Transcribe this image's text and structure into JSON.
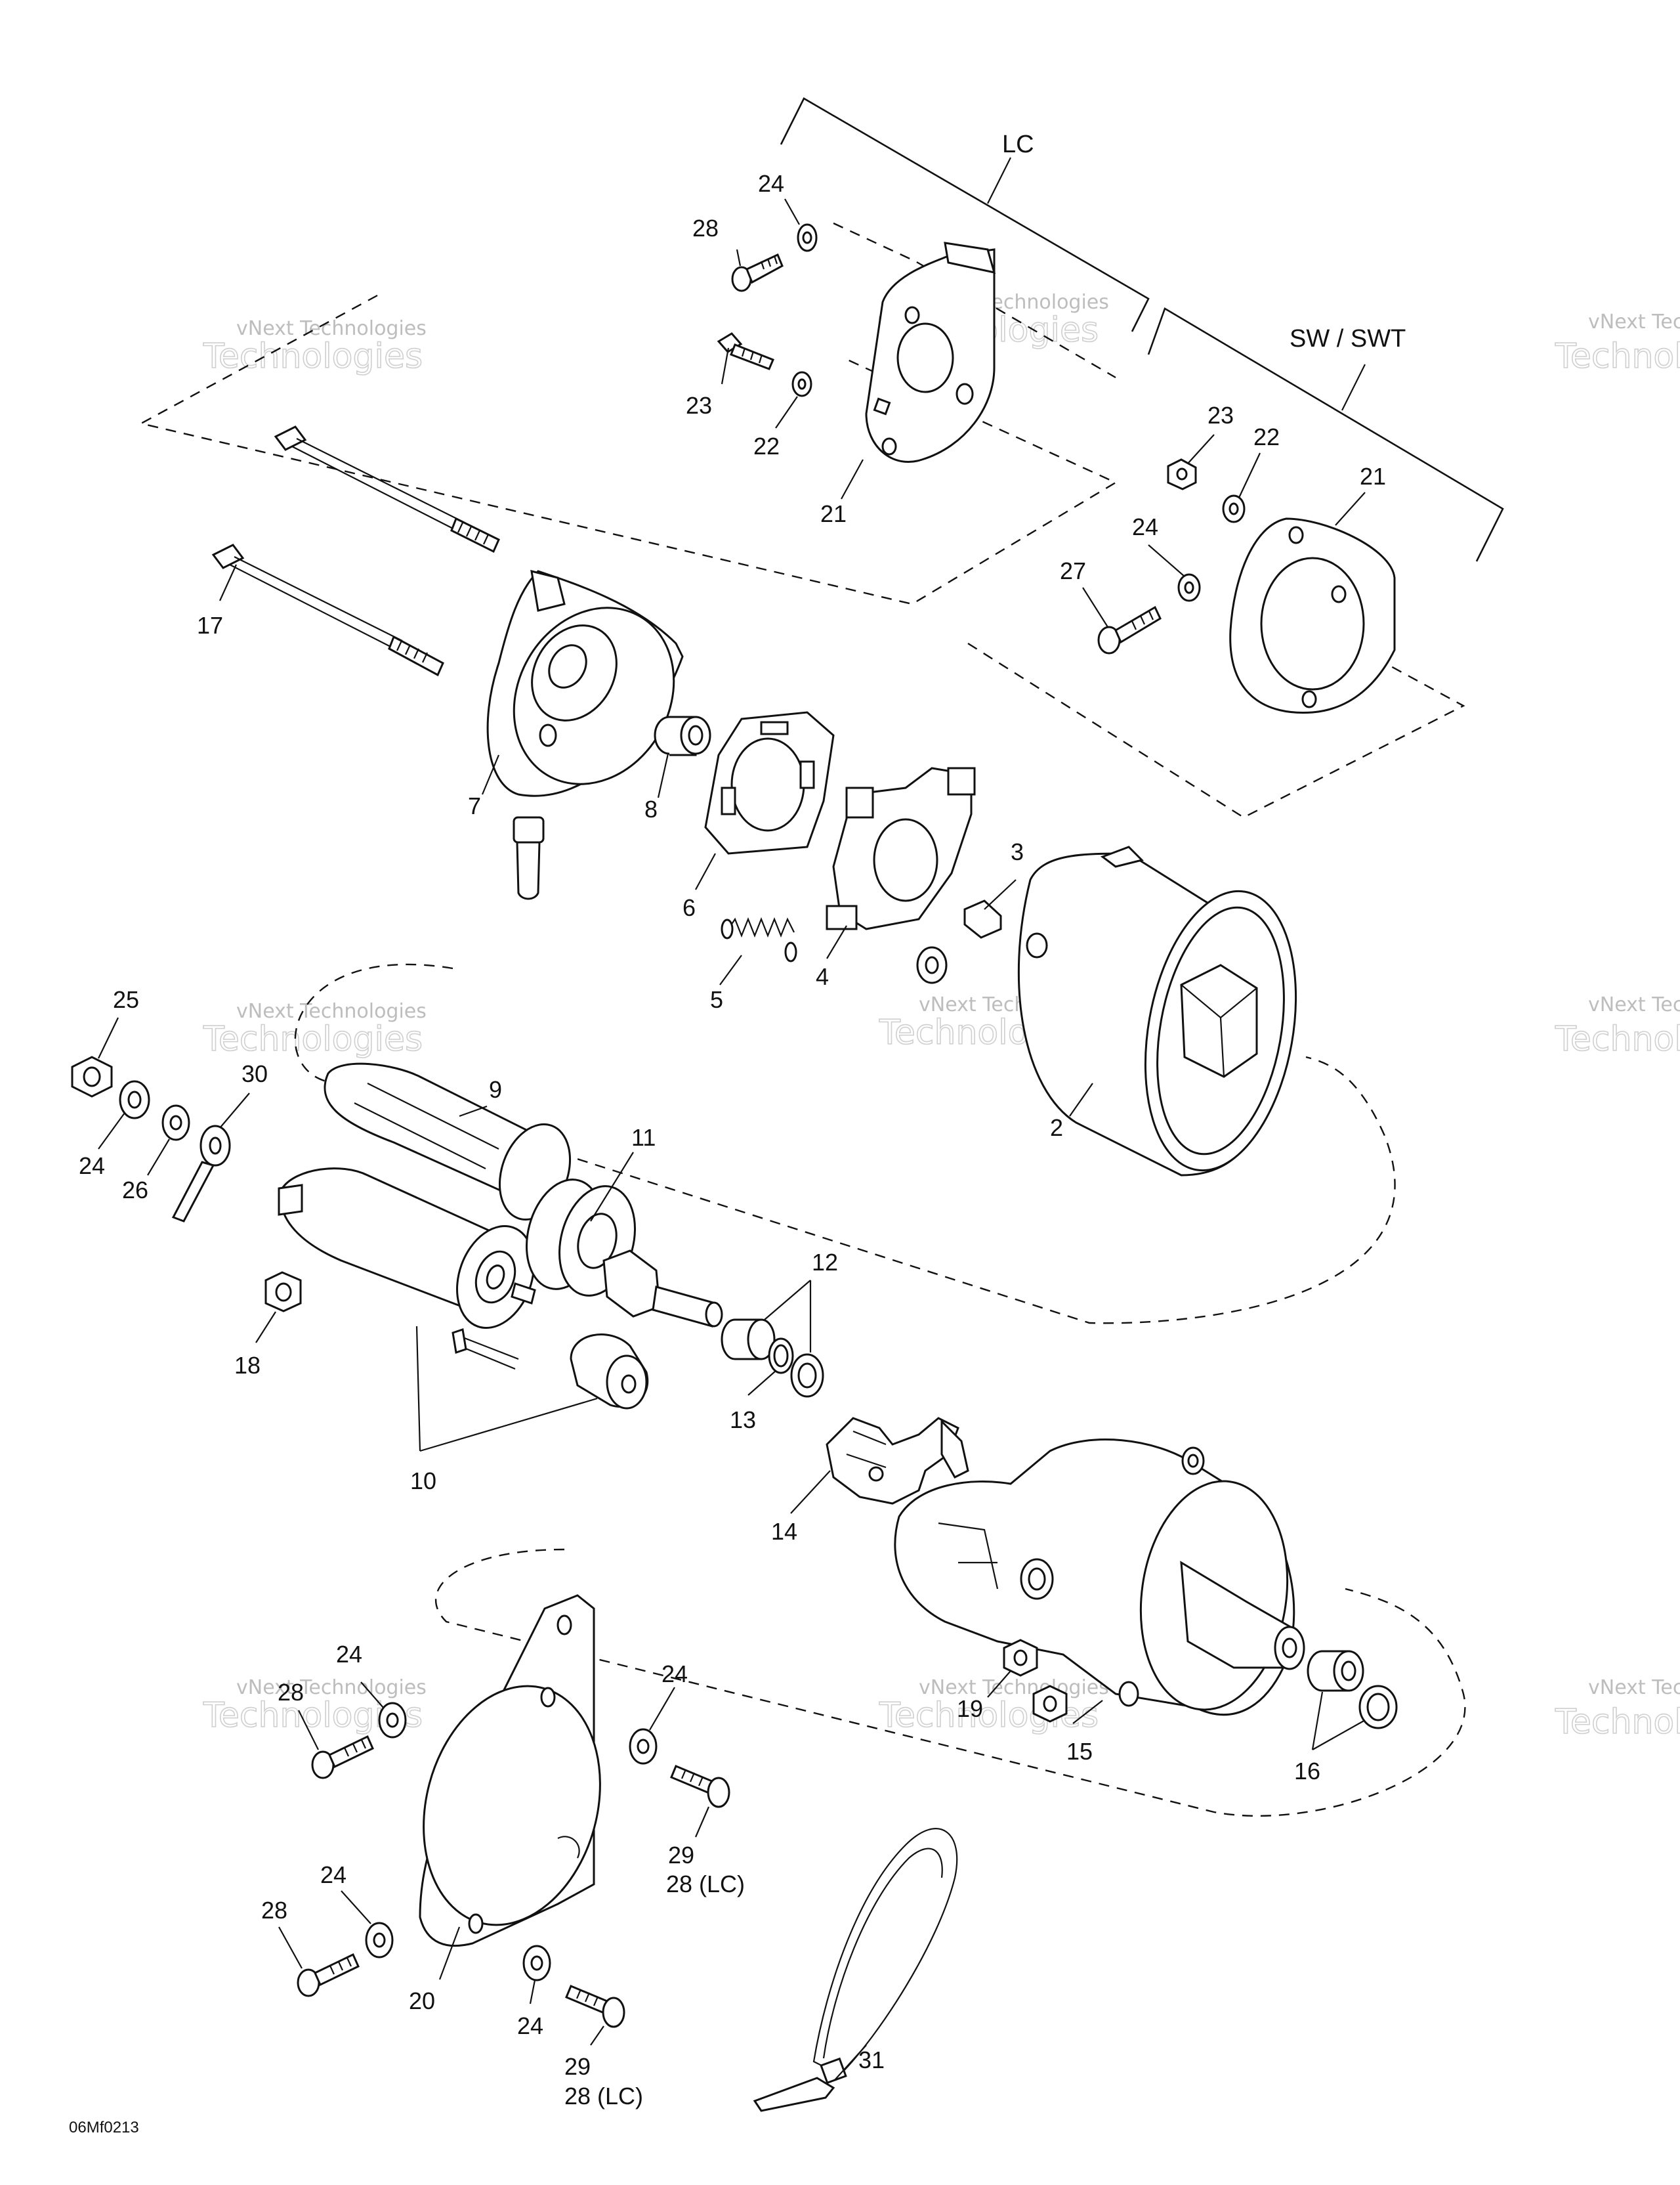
{
  "diagram": {
    "group_labels": {
      "lc": "LC",
      "sw_swt": "SW / SWT"
    },
    "figure_id": "06Mf0213",
    "watermark": {
      "line1": "vNext Technologies",
      "line2": "Technologies"
    },
    "callouts": {
      "c28_lc": "28",
      "c24_lc": "24",
      "c23_lc": "23",
      "c22_lc": "22",
      "c21_lc": "21",
      "c23_sw": "23",
      "c22_sw": "22",
      "c21_sw": "21",
      "c24_sw": "24",
      "c27_sw": "27",
      "c17": "17",
      "c7": "7",
      "c8": "8",
      "c6": "6",
      "c3": "3",
      "c4": "4",
      "c5": "5",
      "c2": "2",
      "c25": "25",
      "c30": "30",
      "c24_left": "24",
      "c26": "26",
      "c9": "9",
      "c11": "11",
      "c12": "12",
      "c13": "13",
      "c18": "18",
      "c10": "10",
      "c14": "14",
      "c19": "19",
      "c15": "15",
      "c16": "16",
      "c24_a": "24",
      "c28_a": "28",
      "c24_b": "24",
      "c29_a": "29",
      "c28lc_a": "28 (LC)",
      "c24_c": "24",
      "c28_b": "28",
      "c20": "20",
      "c24_d": "24",
      "c29_b": "29",
      "c28lc_b": "28 (LC)",
      "c31": "31"
    }
  }
}
